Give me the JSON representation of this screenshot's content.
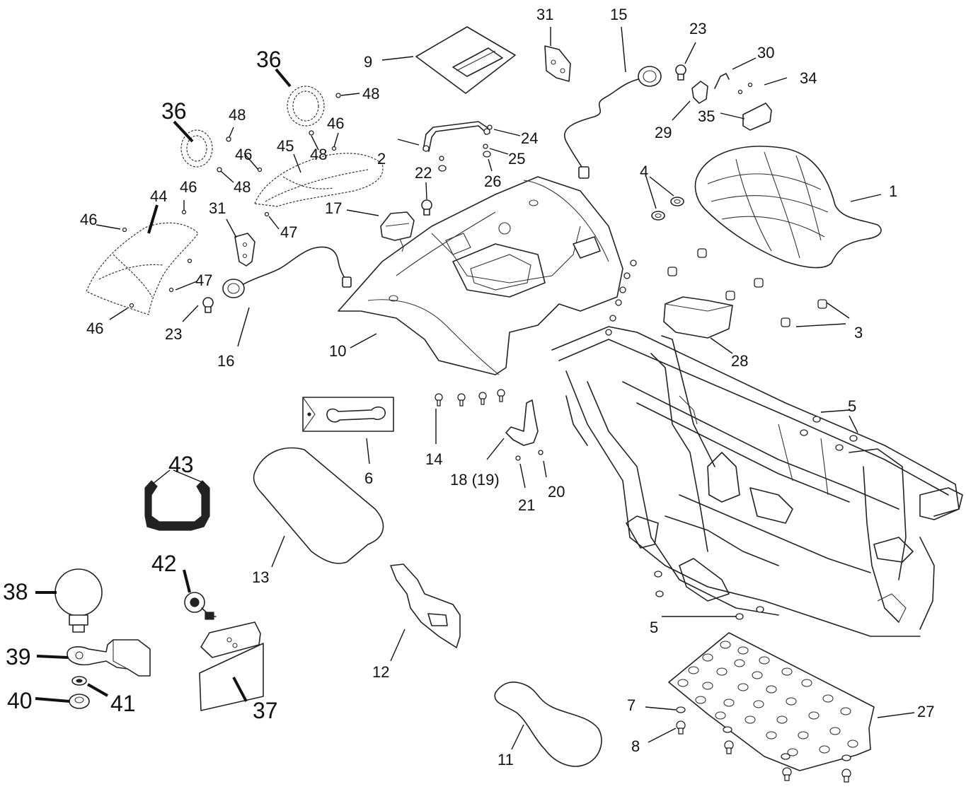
{
  "callouts": [
    {
      "id": "c1",
      "text": "1"
    },
    {
      "id": "c2",
      "text": "2"
    },
    {
      "id": "c3",
      "text": "3"
    },
    {
      "id": "c4",
      "text": "4"
    },
    {
      "id": "c5a",
      "text": "5"
    },
    {
      "id": "c5b",
      "text": "5"
    },
    {
      "id": "c6",
      "text": "6"
    },
    {
      "id": "c7",
      "text": "7"
    },
    {
      "id": "c8",
      "text": "8"
    },
    {
      "id": "c9",
      "text": "9"
    },
    {
      "id": "c10",
      "text": "10"
    },
    {
      "id": "c11",
      "text": "11"
    },
    {
      "id": "c12",
      "text": "12"
    },
    {
      "id": "c13",
      "text": "13"
    },
    {
      "id": "c14",
      "text": "14"
    },
    {
      "id": "c15",
      "text": "15"
    },
    {
      "id": "c16",
      "text": "16"
    },
    {
      "id": "c17",
      "text": "17"
    },
    {
      "id": "c18",
      "text": "18 (19)"
    },
    {
      "id": "c20",
      "text": "20"
    },
    {
      "id": "c21",
      "text": "21"
    },
    {
      "id": "c22",
      "text": "22"
    },
    {
      "id": "c23a",
      "text": "23"
    },
    {
      "id": "c23b",
      "text": "23"
    },
    {
      "id": "c24",
      "text": "24"
    },
    {
      "id": "c25",
      "text": "25"
    },
    {
      "id": "c26",
      "text": "26"
    },
    {
      "id": "c27",
      "text": "27"
    },
    {
      "id": "c28",
      "text": "28"
    },
    {
      "id": "c29",
      "text": "29"
    },
    {
      "id": "c30",
      "text": "30"
    },
    {
      "id": "c31a",
      "text": "31"
    },
    {
      "id": "c31b",
      "text": "31"
    },
    {
      "id": "c34",
      "text": "34"
    },
    {
      "id": "c35",
      "text": "35"
    },
    {
      "id": "c36a",
      "text": "36"
    },
    {
      "id": "c36b",
      "text": "36"
    },
    {
      "id": "c37",
      "text": "37"
    },
    {
      "id": "c38",
      "text": "38"
    },
    {
      "id": "c39",
      "text": "39"
    },
    {
      "id": "c40",
      "text": "40"
    },
    {
      "id": "c41",
      "text": "41"
    },
    {
      "id": "c42",
      "text": "42"
    },
    {
      "id": "c43",
      "text": "43"
    },
    {
      "id": "c44",
      "text": "44"
    },
    {
      "id": "c45",
      "text": "45"
    },
    {
      "id": "c46a",
      "text": "46"
    },
    {
      "id": "c46b",
      "text": "46"
    },
    {
      "id": "c46c",
      "text": "46"
    },
    {
      "id": "c46d",
      "text": "46"
    },
    {
      "id": "c46e",
      "text": "46"
    },
    {
      "id": "c47a",
      "text": "47"
    },
    {
      "id": "c47b",
      "text": "47"
    },
    {
      "id": "c48a",
      "text": "48"
    },
    {
      "id": "c48b",
      "text": "48"
    },
    {
      "id": "c48c",
      "text": "48"
    },
    {
      "id": "c48d",
      "text": "48"
    }
  ]
}
